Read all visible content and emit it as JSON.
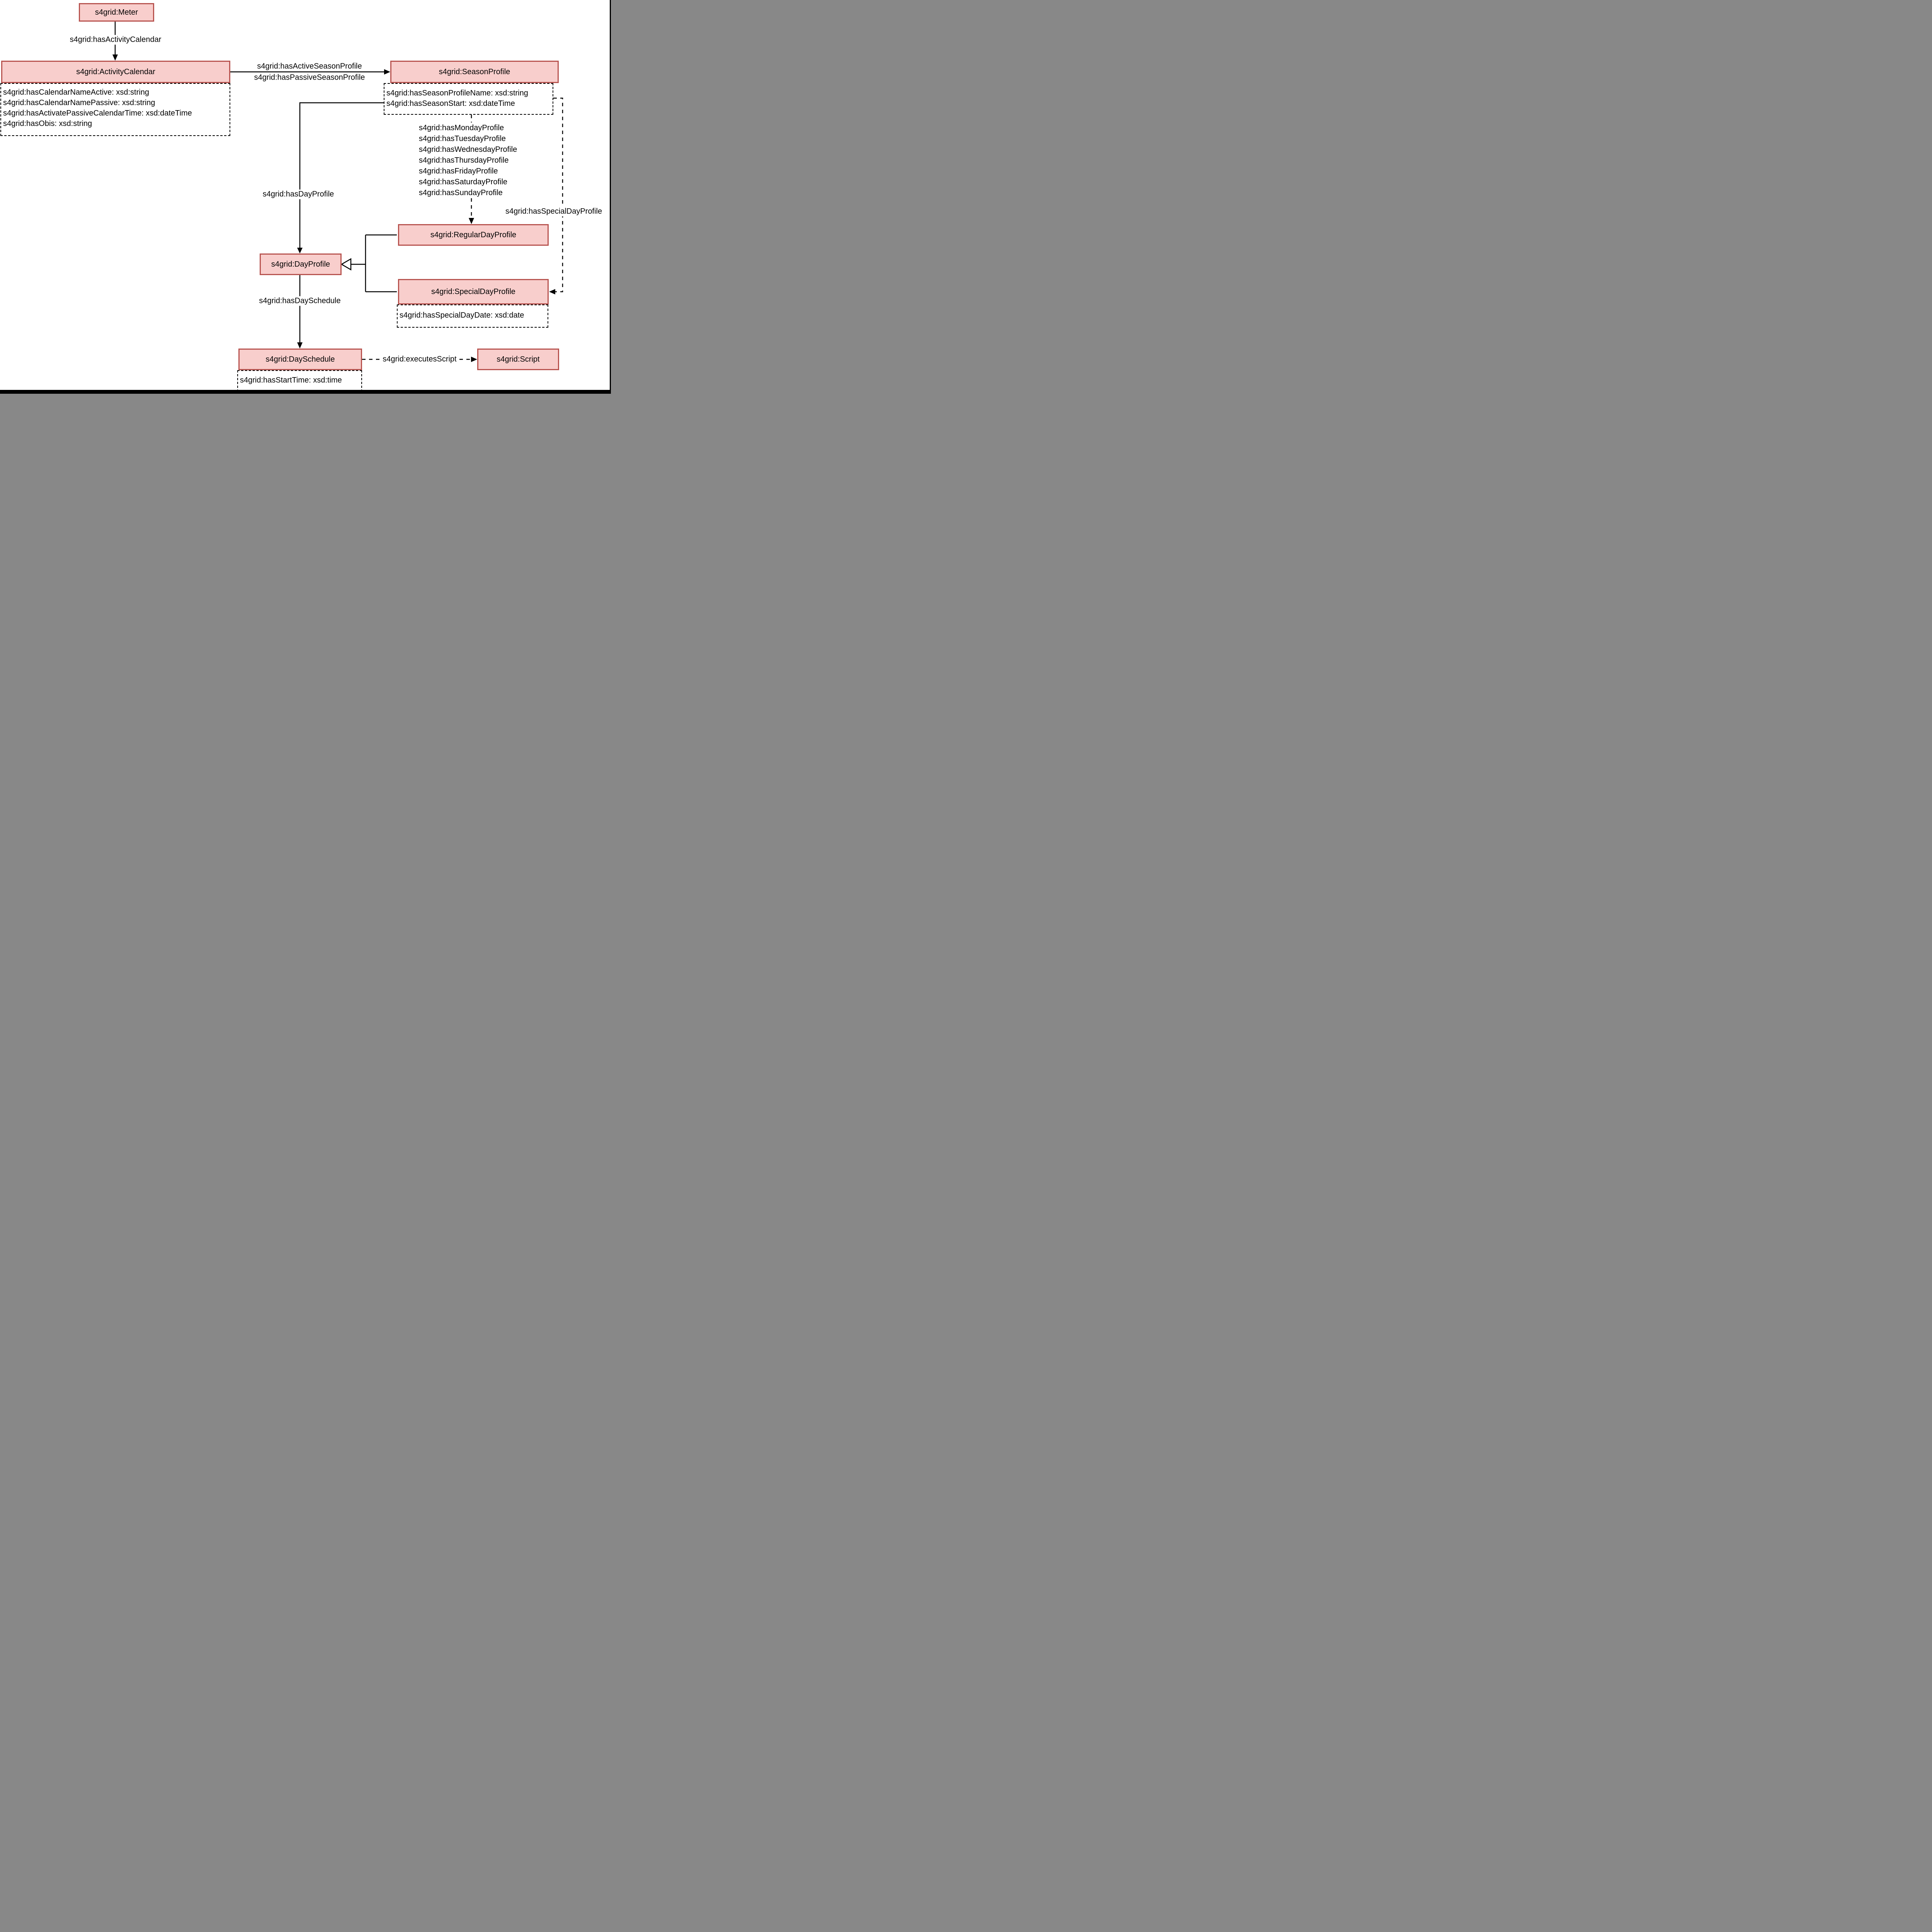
{
  "colors": {
    "node_fill": "#F8CECC",
    "node_border": "#B85450",
    "line": "#000000",
    "background": "#FFFFFF"
  },
  "nodes": {
    "meter": {
      "label": "s4grid:Meter"
    },
    "activity_calendar": {
      "label": "s4grid:ActivityCalendar",
      "attrs": [
        "s4grid:hasCalendarNameActive: xsd:string",
        "s4grid:hasCalendarNamePassive: xsd:string",
        "s4grid:hasActivatePassiveCalendarTime: xsd:dateTime",
        "s4grid:hasObis: xsd:string"
      ]
    },
    "season_profile": {
      "label": "s4grid:SeasonProfile",
      "attrs": [
        "s4grid:hasSeasonProfileName: xsd:string",
        "s4grid:hasSeasonStart: xsd:dateTime"
      ]
    },
    "regular_day_profile": {
      "label": "s4grid:RegularDayProfile"
    },
    "day_profile": {
      "label": "s4grid:DayProfile"
    },
    "special_day_profile": {
      "label": "s4grid:SpecialDayProfile",
      "attrs": [
        "s4grid:hasSpecialDayDate: xsd:date"
      ]
    },
    "day_schedule": {
      "label": "s4grid:DaySchedule",
      "attrs": [
        "s4grid:hasStartTime: xsd:time"
      ]
    },
    "script": {
      "label": "s4grid:Script"
    }
  },
  "edges": {
    "has_activity_calendar": "s4grid:hasActivityCalendar",
    "has_active_season_profile": "s4grid:hasActiveSeasonProfile",
    "has_passive_season_profile": "s4grid:hasPassiveSeasonProfile",
    "has_day_profile": "s4grid:hasDayProfile",
    "weekday_profiles": [
      "s4grid:hasMondayProfile",
      "s4grid:hasTuesdayProfile",
      "s4grid:hasWednesdayProfile",
      "s4grid:hasThursdayProfile",
      "s4grid:hasFridayProfile",
      "s4grid:hasSaturdayProfile",
      "s4grid:hasSundayProfile"
    ],
    "has_special_day_profile": "s4grid:hasSpecialDayProfile",
    "has_day_schedule": "s4grid:hasDaySchedule",
    "executes_script": "s4grid:executesScript"
  }
}
